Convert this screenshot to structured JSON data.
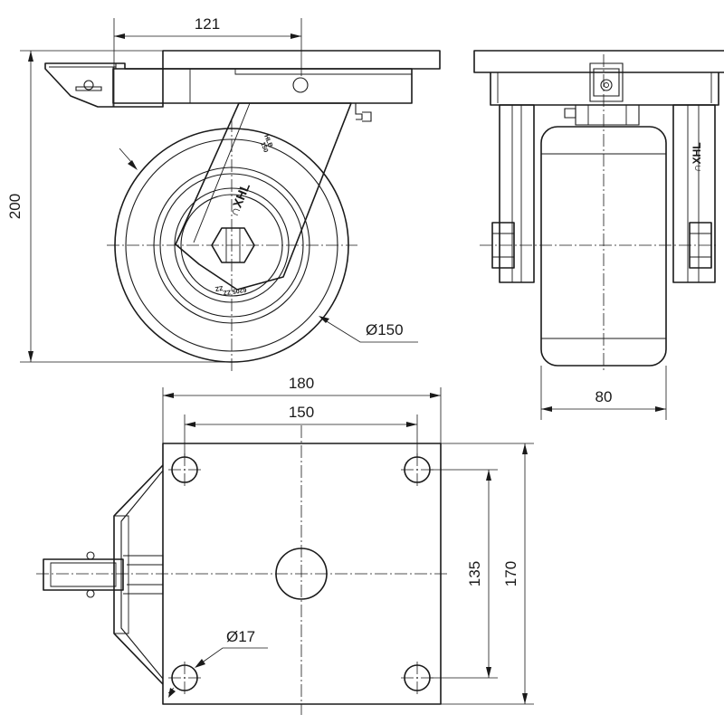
{
  "dimensions": {
    "swivel_offset": "121",
    "overall_height": "200",
    "wheel_diameter": "Ø150",
    "wheel_width": "80",
    "plate_width": "180",
    "hole_spacing_x": "150",
    "hole_spacing_y": "135",
    "plate_depth": "170",
    "hole_diameter": "Ø17"
  },
  "markings": {
    "fork_text_1": "HLB",
    "fork_text_2": "150",
    "hub_text": "ZZ",
    "rim_text": "6205 ZZ",
    "brand_text": "∩XHL"
  }
}
